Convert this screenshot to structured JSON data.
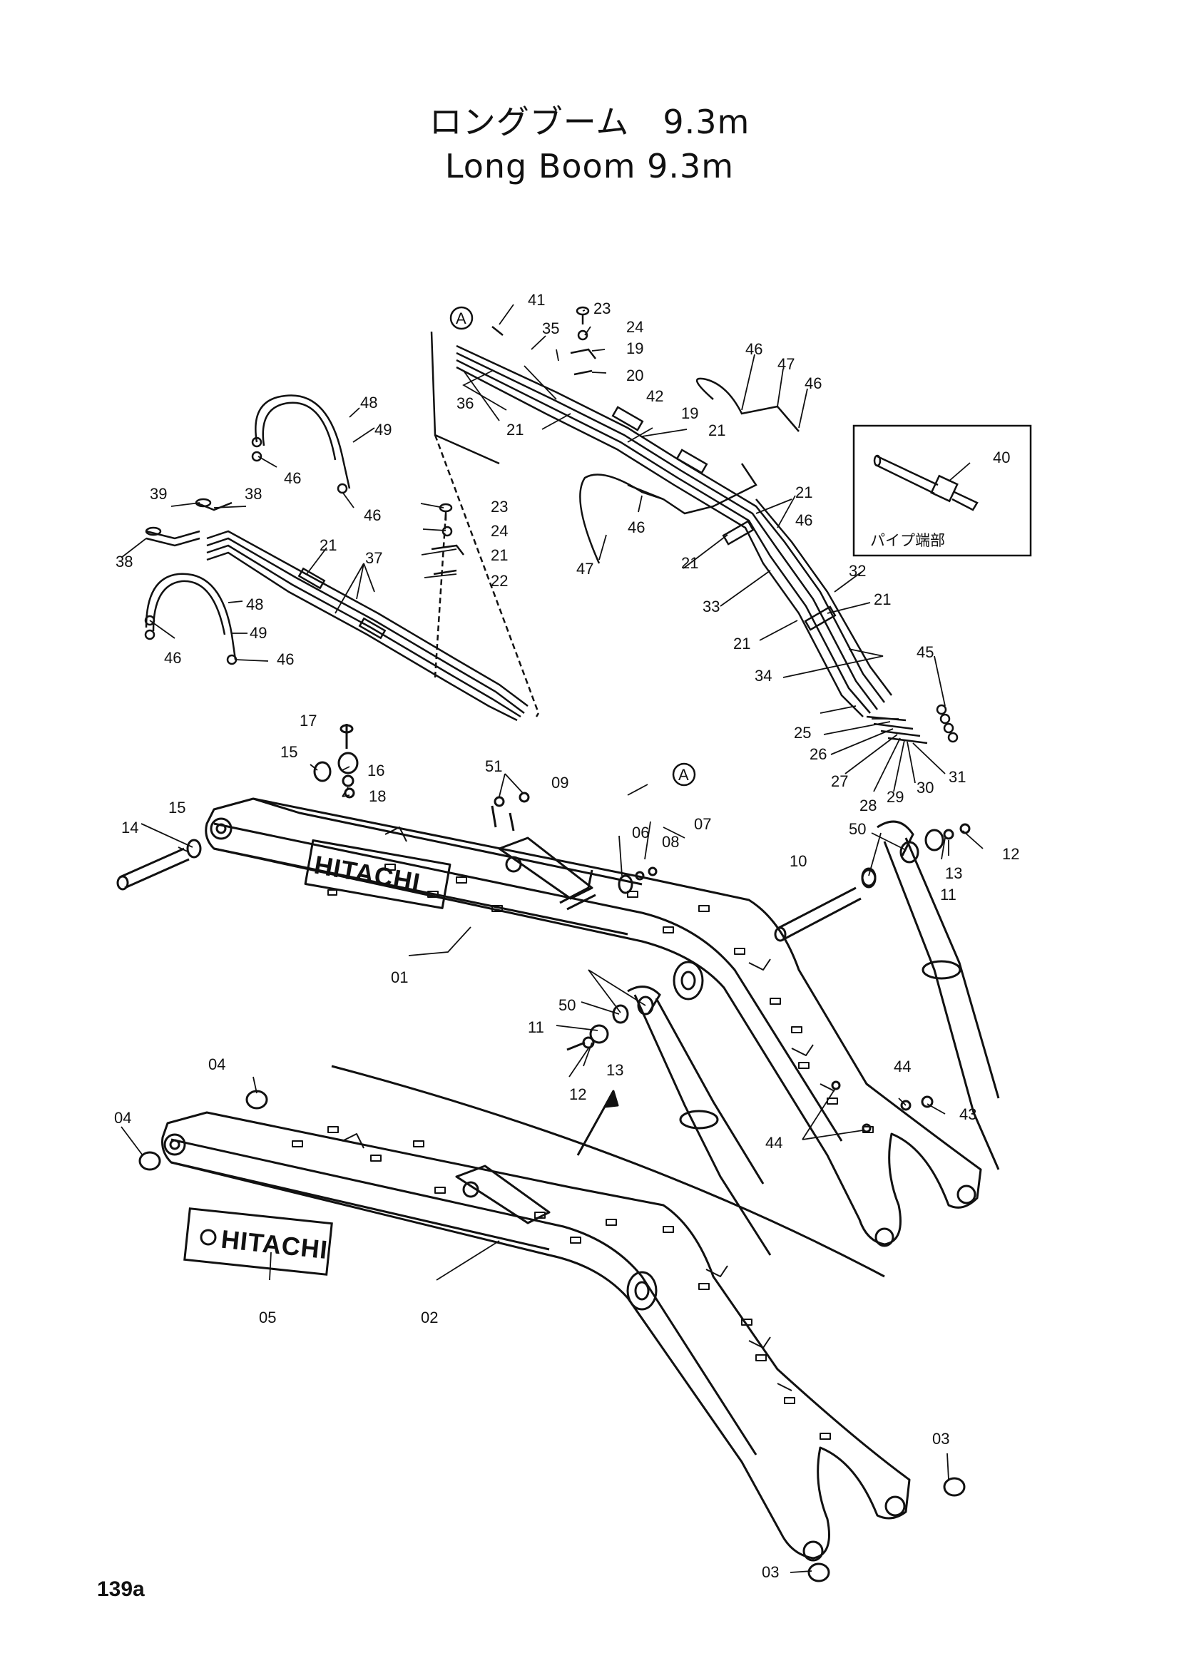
{
  "title": {
    "jp": "ロングブーム　9.3m",
    "en": "Long Boom 9.3m"
  },
  "inset": {
    "label": "パイプ端部",
    "part": "40"
  },
  "detail_marker": "A",
  "logo_text": "HITACHI",
  "page_number": "139a",
  "callouts": {
    "c01": "01",
    "c02": "02",
    "c03a": "03",
    "c03b": "03",
    "c04a": "04",
    "c04b": "04",
    "c05": "05",
    "c06": "06",
    "c07": "07",
    "c08": "08",
    "c09": "09",
    "c10": "10",
    "c11a": "11",
    "c11b": "11",
    "c12a": "12",
    "c12b": "12",
    "c13a": "13",
    "c13b": "13",
    "c14": "14",
    "c15a": "15",
    "c15b": "15",
    "c16": "16",
    "c17": "17",
    "c18": "18",
    "c19a": "19",
    "c19b": "19",
    "c20": "20",
    "c21a": "21",
    "c21b": "21",
    "c21c": "21",
    "c21d": "21",
    "c21e": "21",
    "c21f": "21",
    "c21g": "21",
    "c21h": "21",
    "c22": "22",
    "c23a": "23",
    "c23b": "23",
    "c24a": "24",
    "c24b": "24",
    "c25": "25",
    "c26": "26",
    "c27": "27",
    "c28": "28",
    "c29": "29",
    "c30": "30",
    "c31": "31",
    "c32": "32",
    "c33": "33",
    "c34": "34",
    "c35": "35",
    "c36": "36",
    "c37": "37",
    "c38a": "38",
    "c38b": "38",
    "c39": "39",
    "c41": "41",
    "c42": "42",
    "c43": "43",
    "c44a": "44",
    "c44b": "44",
    "c45": "45",
    "c46a": "46",
    "c46b": "46",
    "c46c": "46",
    "c46d": "46",
    "c46e": "46",
    "c46f": "46",
    "c46g": "46",
    "c46h": "46",
    "c47a": "47",
    "c47b": "47",
    "c48a": "48",
    "c48b": "48",
    "c49a": "49",
    "c49b": "49",
    "c50a": "50",
    "c50b": "50",
    "c51": "51"
  }
}
